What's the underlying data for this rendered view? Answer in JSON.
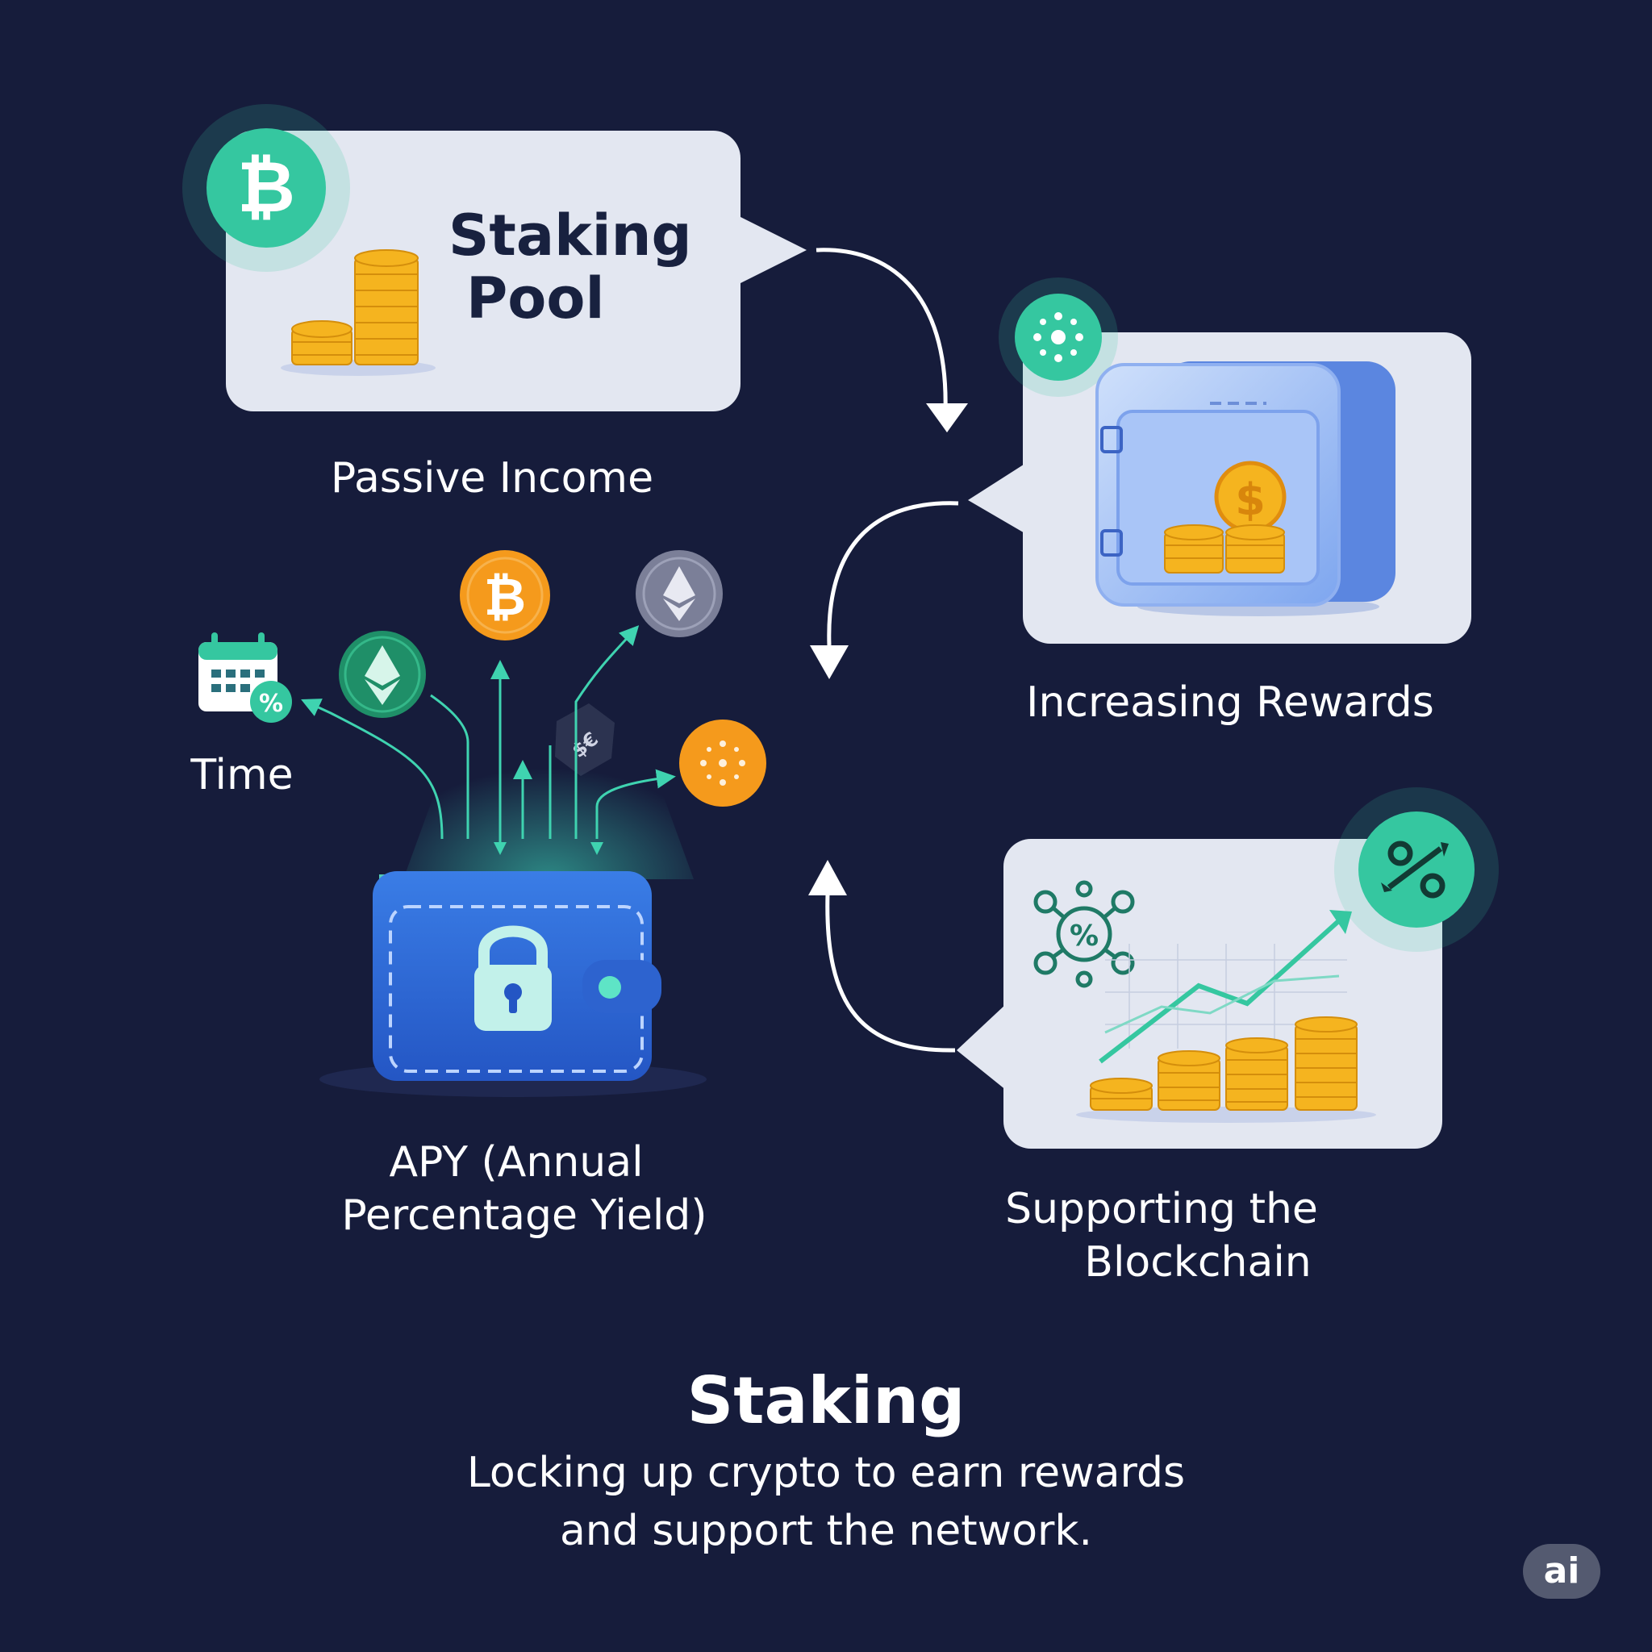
{
  "diagram": {
    "pool_title_line1": "Staking",
    "pool_title_line2": "Pool",
    "labels": {
      "passive_income": "Passive Income",
      "increasing_rewards": "Increasing Rewards",
      "time": "Time",
      "apy_line1": "APY (Annual",
      "apy_line2": "Percentage Yield)",
      "supporting_line1": "Supporting the",
      "supporting_line2": "Blockchain"
    },
    "title": "Staking",
    "subtitle_line1": "Locking up crypto to earn rewards",
    "subtitle_line2": "and support the network.",
    "badge": "ai"
  },
  "icons": [
    "bitcoin-icon",
    "coin-stack-icon",
    "network-icon",
    "safe-icon",
    "dollar-coin-icon",
    "calendar-percent-icon",
    "ethereum-icon",
    "lock-icon",
    "wallet-icon",
    "percent-network-icon",
    "growth-chart-icon",
    "arrows-icon"
  ],
  "colors": {
    "background": "#161c3b",
    "card": "#e3e7f1",
    "teal": "#35c7a0",
    "gold": "#f5b41f",
    "orange": "#f59a1c",
    "wallet_blue": "#2f6ed8",
    "arrow": "#ffffff"
  }
}
